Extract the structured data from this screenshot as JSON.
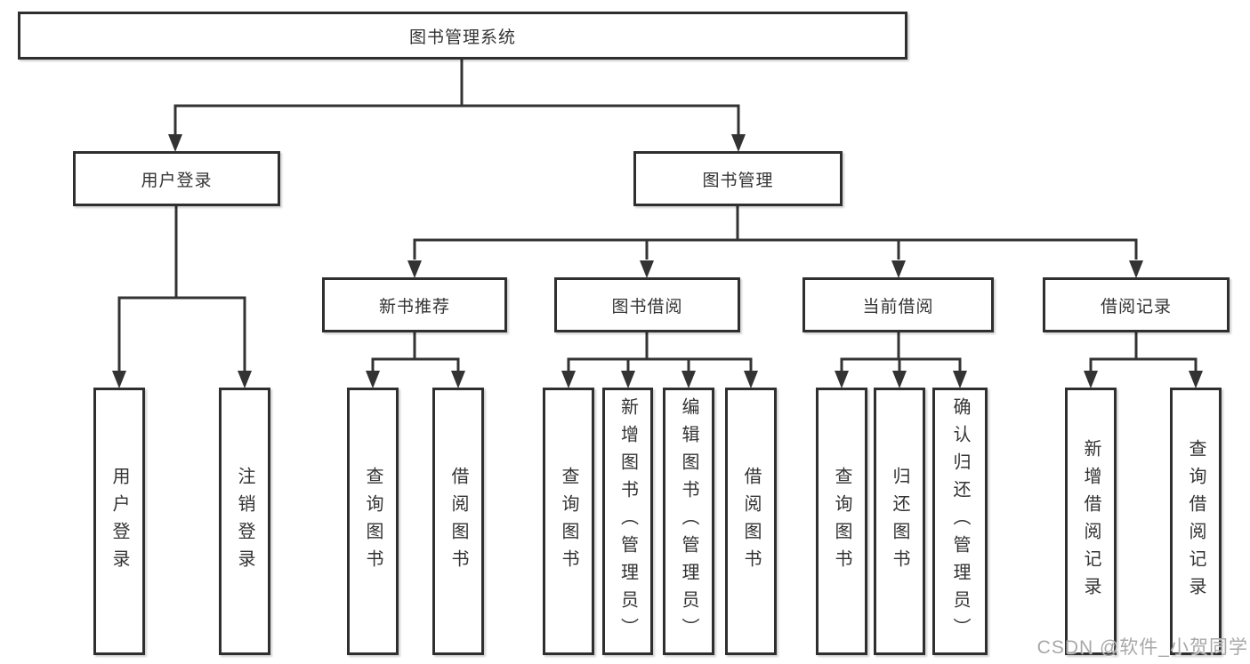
{
  "tree": {
    "label": "图书管理系统",
    "children": [
      {
        "label": "用户登录",
        "children": [
          {
            "label": "用户登录"
          },
          {
            "label": "注销登录"
          }
        ]
      },
      {
        "label": "图书管理",
        "children": [
          {
            "label": "新书推荐",
            "children": [
              {
                "label": "查询图书"
              },
              {
                "label": "借阅图书"
              }
            ]
          },
          {
            "label": "图书借阅",
            "children": [
              {
                "label": "查询图书"
              },
              {
                "label": "新增图书（管理员）"
              },
              {
                "label": "编辑图书（管理员）"
              },
              {
                "label": "借阅图书"
              }
            ]
          },
          {
            "label": "当前借阅",
            "children": [
              {
                "label": "查询图书"
              },
              {
                "label": "归还图书"
              },
              {
                "label": "确认归还（管理员）"
              }
            ]
          },
          {
            "label": "借阅记录",
            "children": [
              {
                "label": "新增借阅记录"
              },
              {
                "label": "查询借阅记录"
              }
            ]
          }
        ]
      }
    ]
  },
  "watermark": {
    "text": "CSDN @软件_小贺同学"
  },
  "colors": {
    "line": "#333333",
    "box_border": "#2f2f2f",
    "text": "#333333",
    "watermark": "#a8a8a8",
    "background": "#ffffff"
  }
}
